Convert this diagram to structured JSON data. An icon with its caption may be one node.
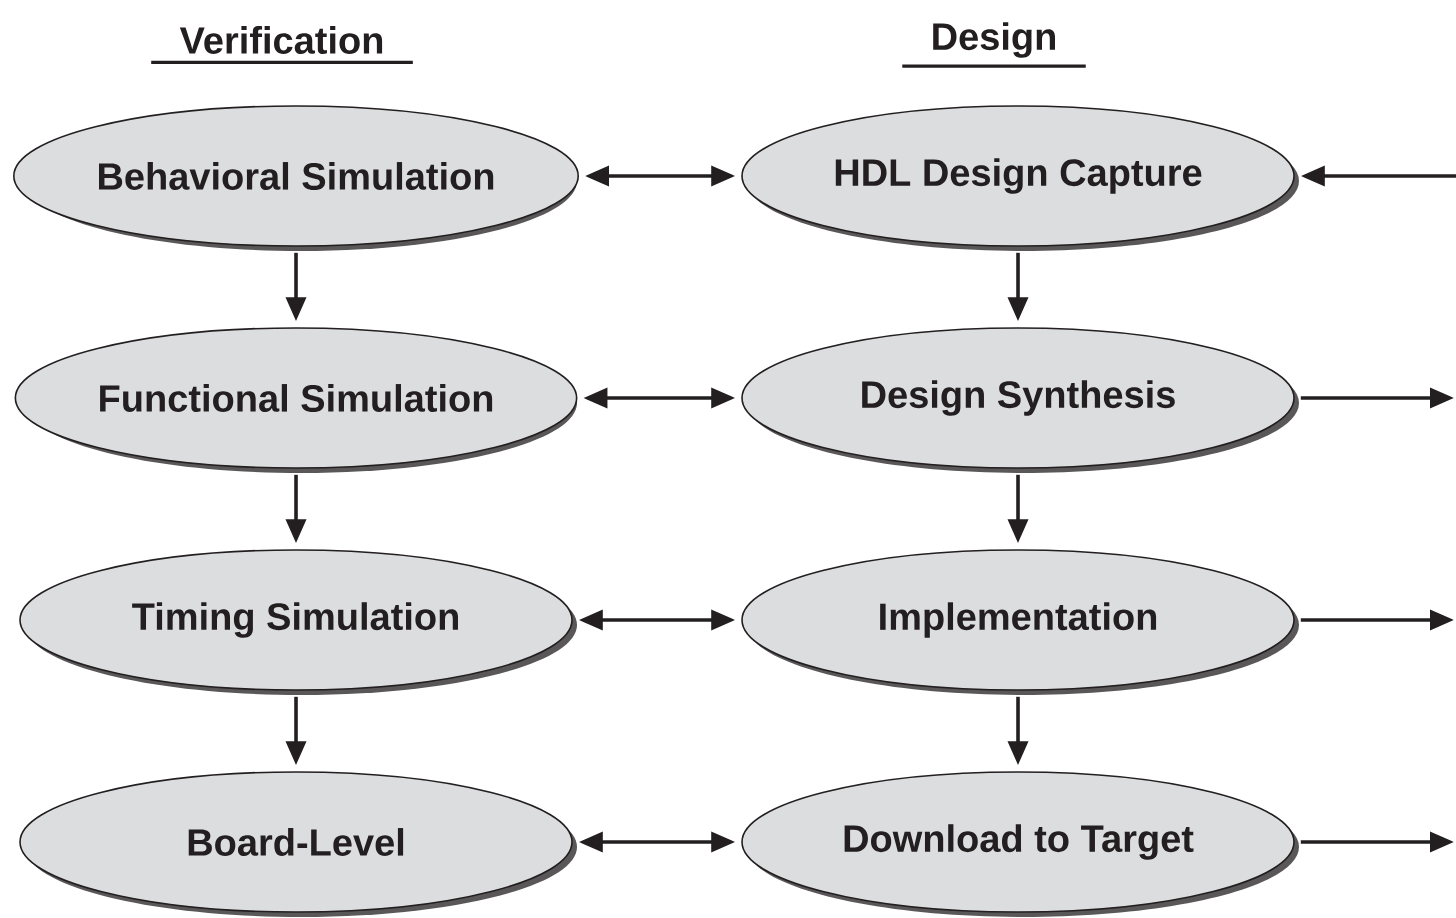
{
  "diagram": {
    "nodes": [
      {
        "text": [
          "Behavioral Simulation"
        ]
      },
      {
        "text": [
          "HDL Design Capture"
        ]
      },
      {
        "text": [
          "Functional Simulation"
        ]
      },
      {
        "text": [
          "Design Synthesis"
        ]
      },
      {
        "text": [
          "Timing Simulation"
        ]
      },
      {
        "text": [
          "Implementation"
        ]
      },
      {
        "text": [
          "Board-Level"
        ]
      },
      {
        "text": [
          "Download to Target"
        ]
      }
    ],
    "edges": [
      {
        "from": 0,
        "to": 1,
        "arrow": "both"
      },
      {
        "from": null,
        "to": 1,
        "arrow": "to"
      },
      {
        "from": 0,
        "to": 2,
        "arrow": "to"
      },
      {
        "from": 1,
        "to": 3,
        "arrow": "to"
      },
      {
        "from": 2,
        "to": 3,
        "arrow": "both"
      },
      {
        "from": 3,
        "to": null,
        "arrow": "to"
      },
      {
        "from": 2,
        "to": 4,
        "arrow": "to"
      },
      {
        "from": 3,
        "to": 5,
        "arrow": "to"
      },
      {
        "from": 4,
        "to": 5,
        "arrow": "both"
      },
      {
        "from": 5,
        "to": null,
        "arrow": "to"
      },
      {
        "from": 4,
        "to": 6,
        "arrow": "to"
      },
      {
        "from": 5,
        "to": 7,
        "arrow": "to"
      },
      {
        "from": 6,
        "to": 7,
        "arrow": "both"
      },
      {
        "from": 7,
        "to": null,
        "arrow": "to"
      }
    ],
    "labels": [
      "Verification",
      "Design"
    ]
  }
}
